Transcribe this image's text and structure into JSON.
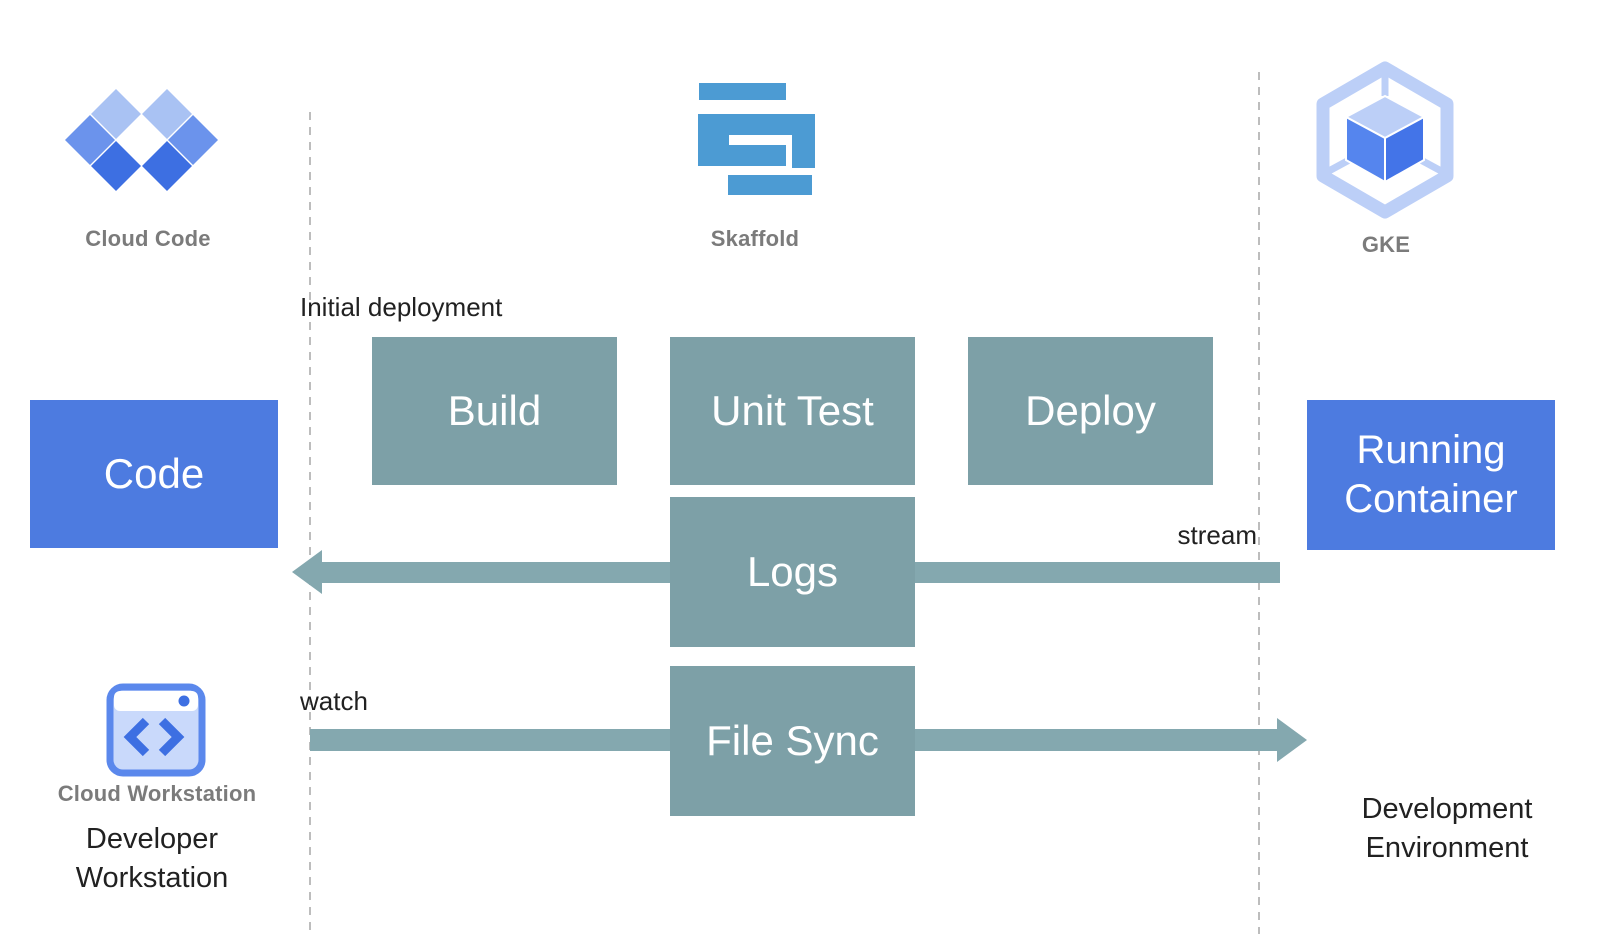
{
  "colors": {
    "primary_blue": "#4D7BE0",
    "process_teal": "#7DA0A7",
    "arrow_teal": "#84A8AF",
    "skaffold_blue": "#4C9BD3",
    "caption_gray": "#7B7B7B",
    "text_black": "#212121",
    "dashed_gray": "#BDBDBD",
    "icon_light_blue": "#A9C2F3",
    "icon_mid_blue": "#6B93EC",
    "icon_dark_blue": "#3D6FE2",
    "gke_outline_blue": "#BCCFF7",
    "gke_cube_left": "#5585EE",
    "gke_cube_right": "#4374E8",
    "ws_body_blue": "#C9D9FB",
    "ws_border_blue": "#5B88EC"
  },
  "icons": {
    "cloud_code": {
      "label": "Cloud Code"
    },
    "skaffold": {
      "label": "Skaffold"
    },
    "gke": {
      "label": "GKE"
    },
    "cloud_workstation": {
      "label": "Cloud Workstation"
    }
  },
  "boxes": {
    "code": "Code",
    "build": "Build",
    "unit_test": "Unit Test",
    "deploy": "Deploy",
    "logs": "Logs",
    "file_sync": "File Sync",
    "running_container": "Running Container"
  },
  "annotations": {
    "initial_deployment": "Initial deployment",
    "stream": "stream",
    "watch": "watch",
    "developer_workstation": "Developer Workstation",
    "development_environment": "Development Environment"
  }
}
